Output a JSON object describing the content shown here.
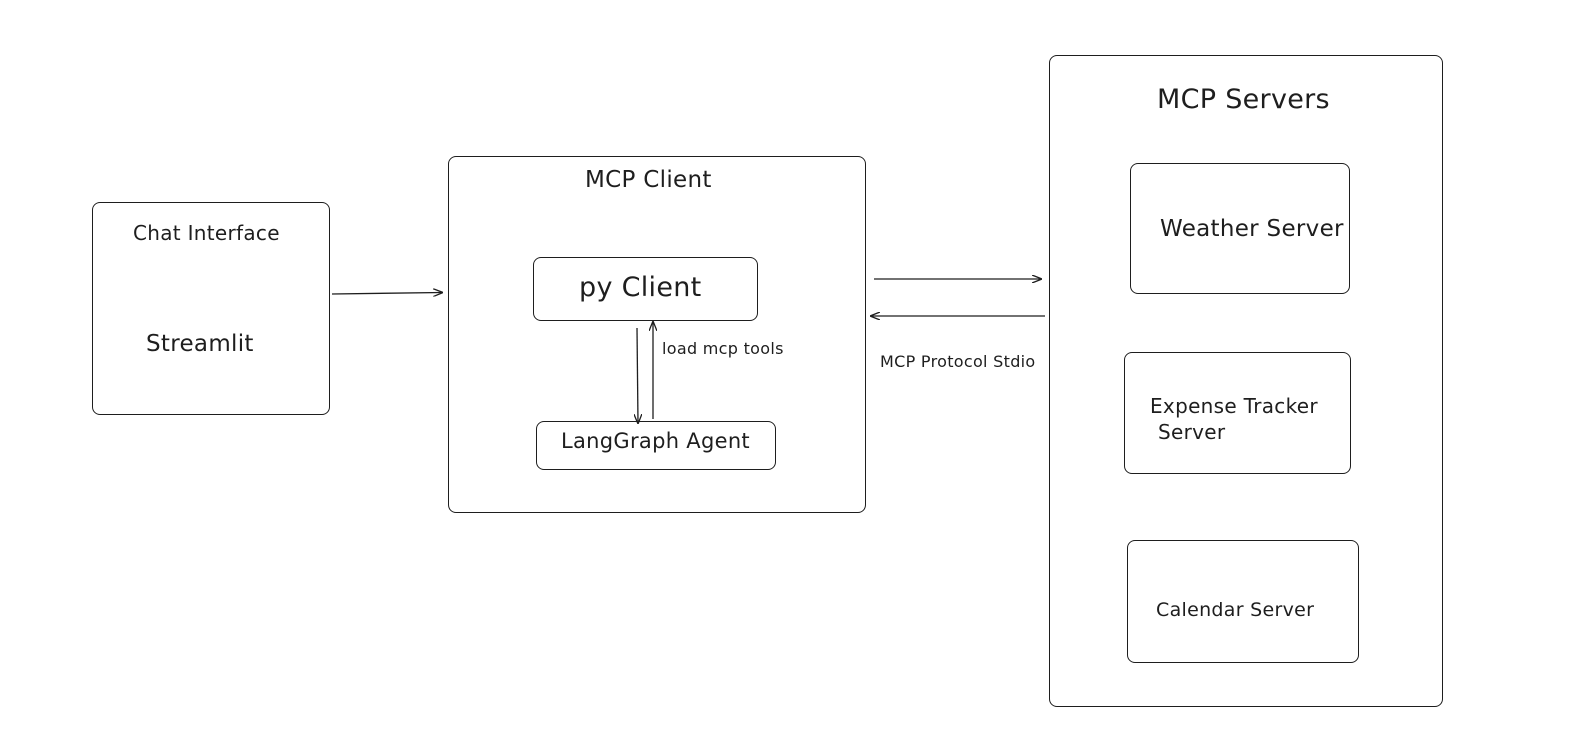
{
  "nodes": {
    "chat_interface": {
      "title": "Chat Interface",
      "subtitle": "Streamlit"
    },
    "mcp_client": {
      "title": "MCP Client",
      "py_client": "py Client",
      "langgraph_agent": "LangGraph Agent"
    },
    "mcp_servers": {
      "title": "MCP Servers",
      "weather_server": "Weather Server",
      "expense_tracker_line1": "Expense Tracker",
      "expense_tracker_line2": "Server",
      "calendar_server": "Calendar Server"
    }
  },
  "edges": {
    "load_tools_label": "load mcp tools",
    "protocol_label": "MCP Protocol Stdio"
  },
  "colors": {
    "stroke": "#1e1e1e",
    "background": "#ffffff"
  }
}
